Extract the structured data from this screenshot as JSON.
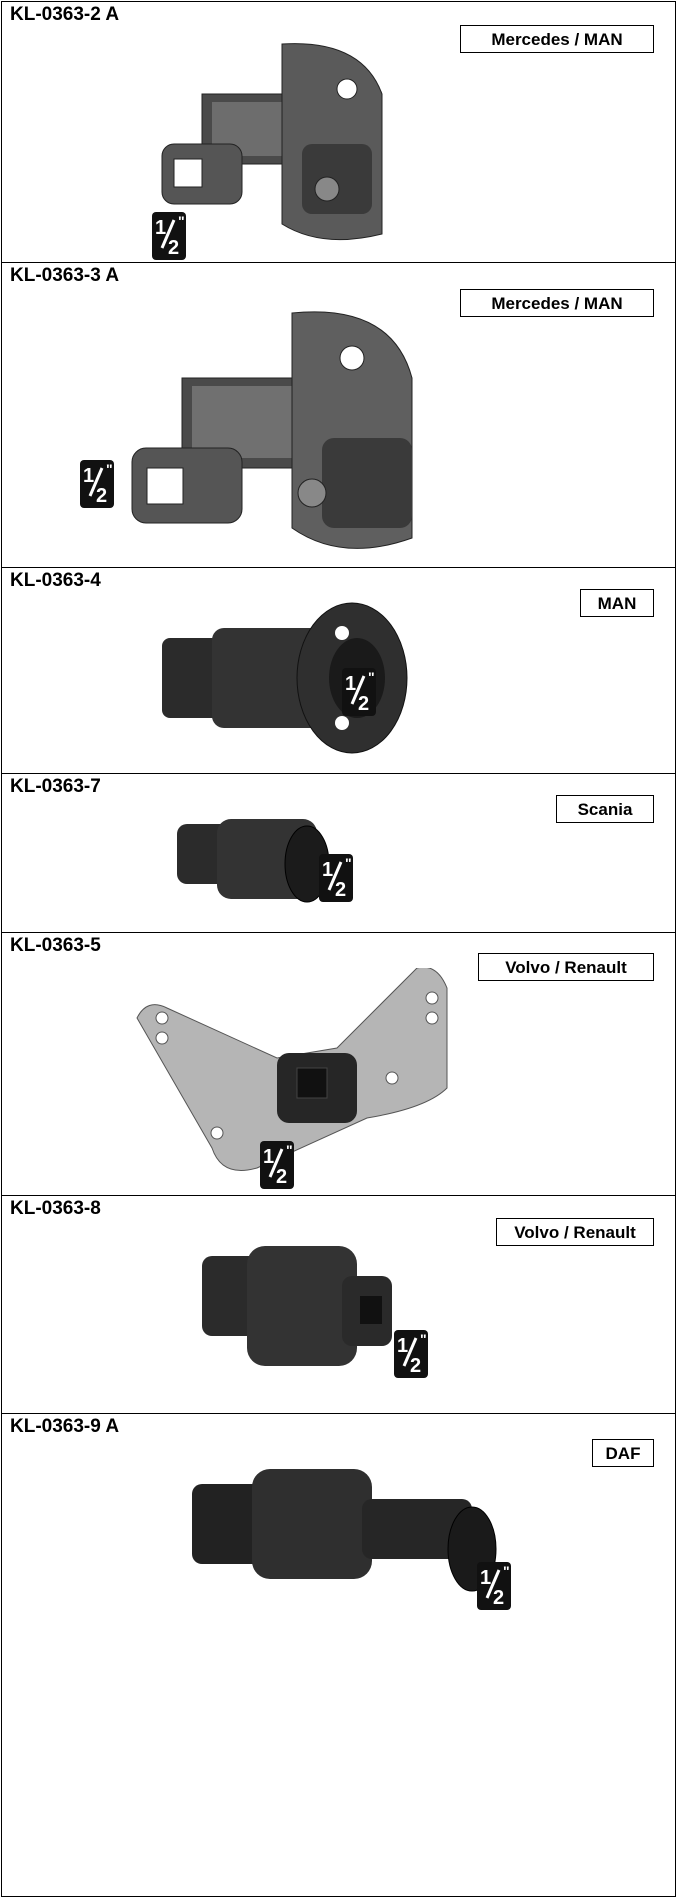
{
  "drive_size_badge": "1/2\"",
  "panels": [
    {
      "code": "KL-0363-2 A",
      "brand": "Mercedes / MAN",
      "tool": "ratchet-gear-tool-icon"
    },
    {
      "code": "KL-0363-3 A",
      "brand": "Mercedes / MAN",
      "tool": "ratchet-gear-tool-icon"
    },
    {
      "code": "KL-0363-4",
      "brand": "MAN",
      "tool": "flanged-gear-socket-icon"
    },
    {
      "code": "KL-0363-7",
      "brand": "Scania",
      "tool": "gear-socket-icon"
    },
    {
      "code": "KL-0363-5",
      "brand": "Volvo / Renault",
      "tool": "plate-gear-tool-icon"
    },
    {
      "code": "KL-0363-8",
      "brand": "Volvo / Renault",
      "tool": "gear-socket-icon"
    },
    {
      "code": "KL-0363-9 A",
      "brand": "DAF",
      "tool": "long-gear-socket-icon"
    }
  ],
  "colors": {
    "border": "#000000",
    "badge": "#111111",
    "metal_dark": "#2b2b2b",
    "metal_light": "#a8a8a8"
  }
}
